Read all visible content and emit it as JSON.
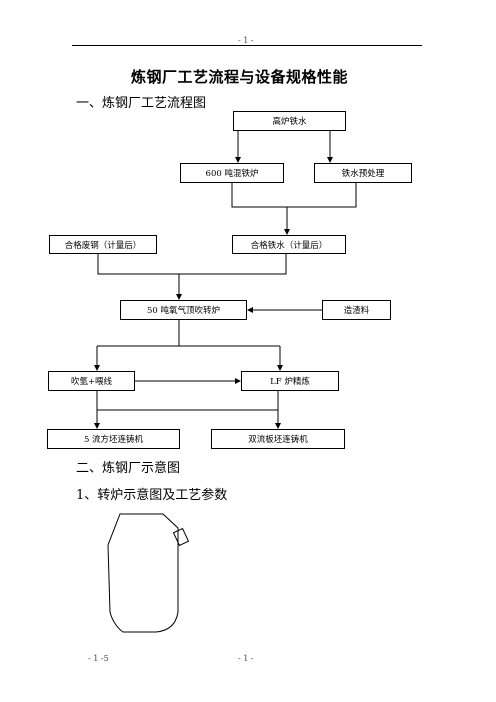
{
  "header": {
    "page_mark": "- 1 -"
  },
  "document": {
    "title": "炼钢厂工艺流程与设备规格性能",
    "section1": "一、炼钢厂工艺流程图",
    "section2": "二、炼钢厂示意图",
    "subsection1": "1、转炉示意图及工艺参数"
  },
  "flowchart": {
    "nodes": {
      "blast_furnace_iron": "高炉铁水",
      "mixer": "600 吨混铁炉",
      "pretreatment": "铁水预处理",
      "scrap": "合格废钢（计量后）",
      "qualified_iron": "合格铁水（计量后）",
      "converter": "50 吨氧气顶吹转炉",
      "slag_material": "造渣料",
      "argon_wire": "吹氩+喂线",
      "lf": "LF 炉精炼",
      "billet_caster": "5 流方坯连铸机",
      "slab_caster": "双流板坯连铸机"
    }
  },
  "footer": {
    "left": "- 1 -5",
    "center": "- 1 -"
  }
}
